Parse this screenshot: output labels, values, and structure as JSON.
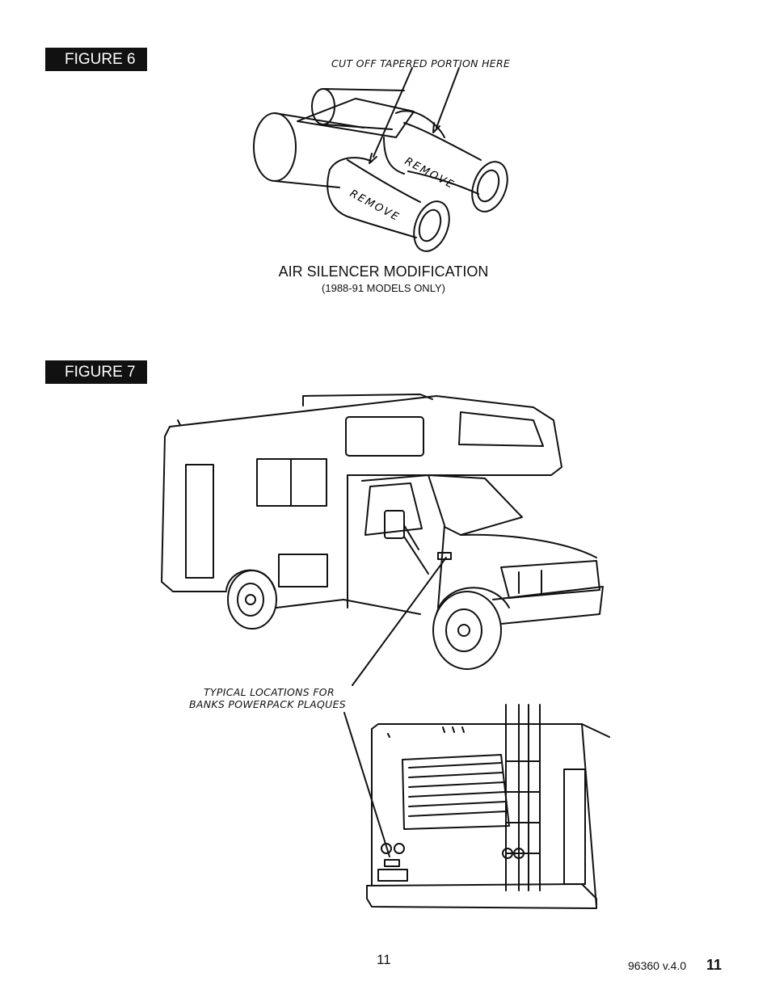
{
  "figure6": {
    "label": "FIGURE 6",
    "callout": "CUT OFF TAPERED PORTION HERE",
    "stamp_left": "REMOVE",
    "stamp_right": "REMOVE",
    "title": "AIR SILENCER MODIFICATION",
    "subtitle": "(1988-91 MODELS ONLY)"
  },
  "figure7": {
    "label": "FIGURE 7",
    "callout_line1": "TYPICAL LOCATIONS FOR",
    "callout_line2": "BANKS POWERPACK PLAQUES"
  },
  "footer": {
    "page_number": "11",
    "doc_version": "96360 v.4.0",
    "page_bold": "11"
  }
}
